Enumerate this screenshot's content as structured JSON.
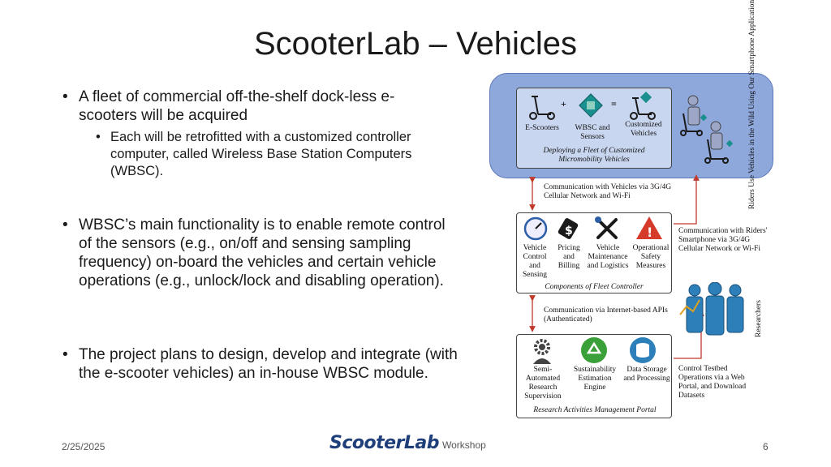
{
  "slide": {
    "title": "ScooterLab – Vehicles",
    "bullets": [
      "A fleet of commercial off-the-shelf dock-less e-scooters will be acquired",
      "Each will be retrofitted with a customized controller computer, called Wireless Base Station Computers (WBSC).",
      "WBSC’s main functionality is to enable remote control of the sensors (e.g., on/off and sensing sampling frequency) on-board the vehicles and certain vehicle operations (e.g., unlock/lock and disabling operation).",
      "The project plans to design, develop and integrate (with the e-scooter vehicles) an in-house WBSC module."
    ],
    "bullet_glyph": "•"
  },
  "footer": {
    "date": "2/25/2025",
    "logo_text": "ScooterLab",
    "logo_suffix": "Workshop",
    "page": "6"
  },
  "diagram": {
    "deploy": {
      "plus": "+",
      "equals": "=",
      "items": [
        "E-Scooters",
        "WBSC and Sensors",
        "Customized Vehicles"
      ],
      "caption": "Deploying a Fleet of Customized Micromobility Vehicles",
      "riders_label": "Riders Use Vehicles in the Wild Using Our Smartphone Application"
    },
    "comm_vehicles": "Communication with Vehicles via 3G/4G Cellular Network and Wi-Fi",
    "fleet": {
      "items": [
        "Vehicle Control and Sensing",
        "Pricing and Billing",
        "Vehicle Maintenance and Logistics",
        "Operational Safety Measures"
      ],
      "caption": "Components of Fleet Controller",
      "dollar": "$",
      "warning": "!"
    },
    "comm_riders": "Communication with Riders' Smartphone via 3G/4G Cellular Network or Wi-Fi",
    "comm_api": "Communication via Internet-based APIs (Authenticated)",
    "researchers_label": "Researchers",
    "research": {
      "items": [
        "Semi-Automated Research Supervision",
        "Sustainability Estimation Engine",
        "Data Storage and Processing"
      ],
      "caption": "Research Activities Management Portal"
    },
    "control_testbed": "Control Testbed Operations via a Web Portal, and Download Datasets",
    "colors": {
      "deploy_bg": "#8fa8dc",
      "arrow": "#c0392b",
      "teal": "#1a8f8f",
      "warning": "#d63a2a",
      "recycle": "#3aa03a",
      "researcher": "#2c7fb8"
    }
  }
}
